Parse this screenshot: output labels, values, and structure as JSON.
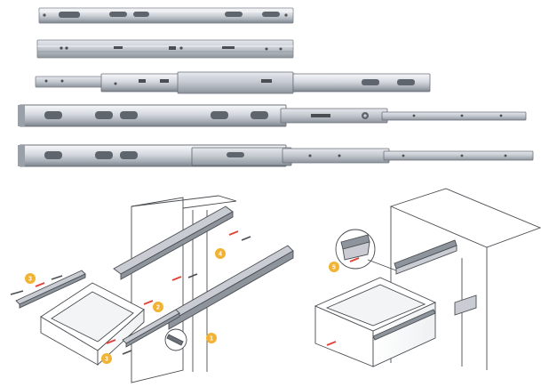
{
  "steps": [
    "1",
    "2",
    "3",
    "3",
    "4",
    "5"
  ],
  "colors": {
    "rail_light": "#eef0f3",
    "rail_mid": "#b9bec6",
    "rail_dark": "#6b7079",
    "outline": "#4a4d52",
    "badge": "#f2b233",
    "arrow": "#e0443a",
    "background": "#ffffff"
  }
}
